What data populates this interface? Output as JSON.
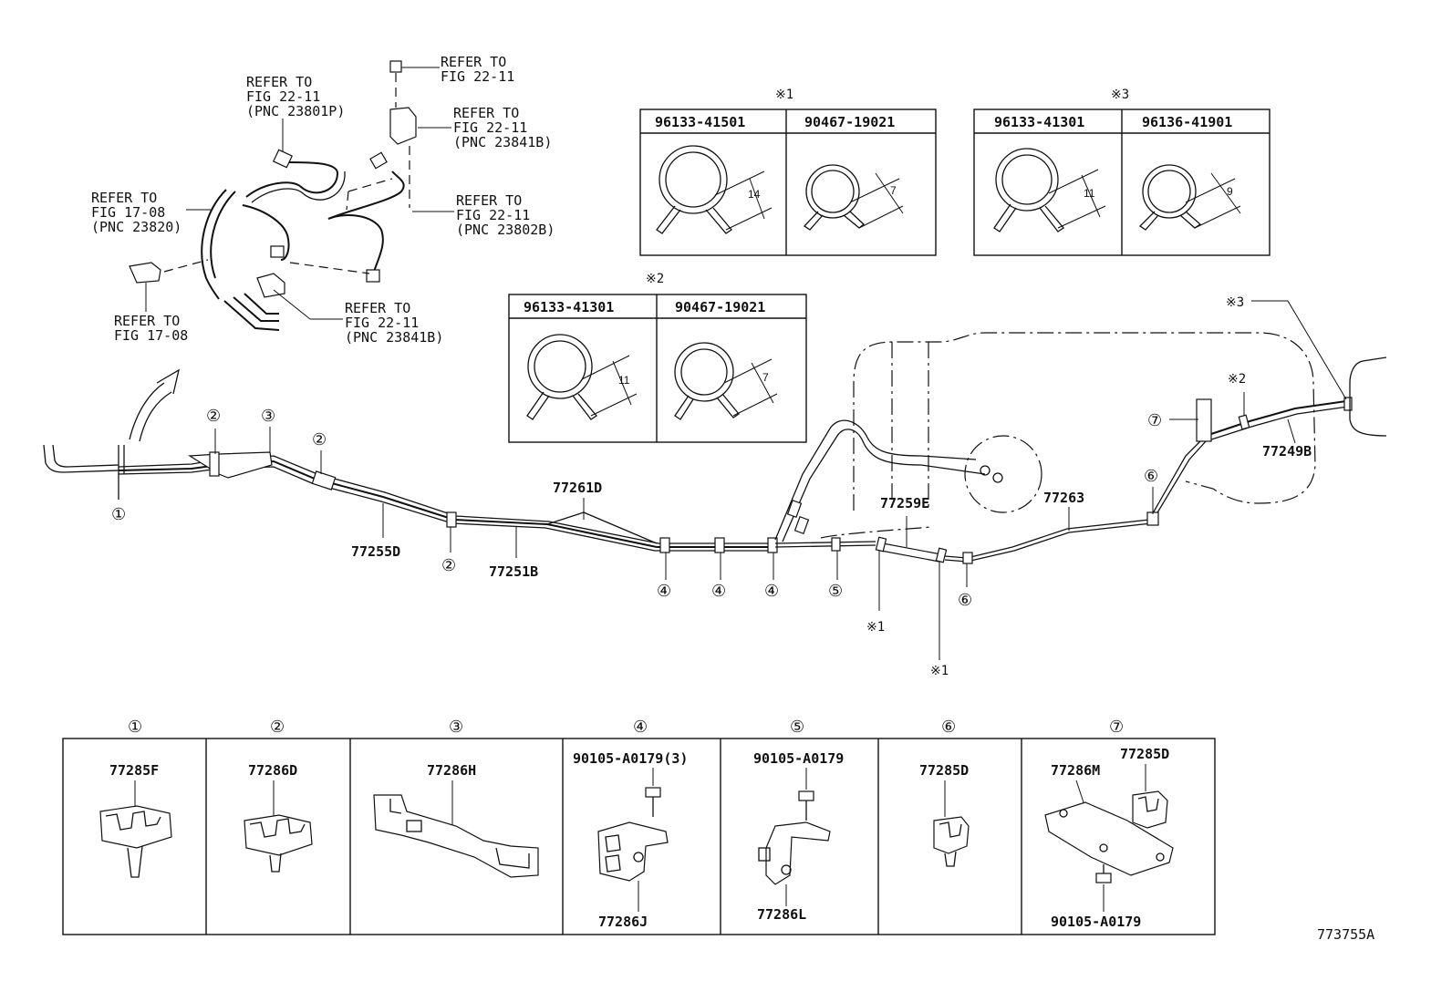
{
  "refs": {
    "r1": [
      "REFER TO",
      "FIG 22-11",
      "(PNC 23801P)"
    ],
    "r2": [
      "REFER TO",
      "FIG 22-11"
    ],
    "r3": [
      "REFER TO",
      "FIG 22-11",
      "(PNC 23841B)"
    ],
    "r4": [
      "REFER TO",
      "FIG 17-08",
      "(PNC 23820)"
    ],
    "r5": [
      "REFER TO",
      "FIG 22-11",
      "(PNC 23802B)"
    ],
    "r6": [
      "REFER TO",
      "FIG 22-11",
      "(PNC 23841B)"
    ],
    "r7": [
      "REFER TO",
      "FIG 17-08"
    ]
  },
  "clamp_tables": {
    "t1": {
      "mark": "※1",
      "cells": [
        {
          "part": "96133-41501",
          "dim": "14"
        },
        {
          "part": "90467-19021",
          "dim": "7"
        }
      ]
    },
    "t2": {
      "mark": "※2",
      "cells": [
        {
          "part": "96133-41301",
          "dim": "11"
        },
        {
          "part": "90467-19021",
          "dim": "7"
        }
      ]
    },
    "t3": {
      "mark": "※3",
      "cells": [
        {
          "part": "96133-41301",
          "dim": "11"
        },
        {
          "part": "96136-41901",
          "dim": "9"
        }
      ]
    }
  },
  "pipe_labels": {
    "p77261D": "77261D",
    "p77255D": "77255D",
    "p77251B": "77251B",
    "p77259E": "77259E",
    "p77263": "77263",
    "p77249B": "77249B"
  },
  "marks": {
    "m1": "※1",
    "m2": "※2",
    "m3": "※3"
  },
  "callouts": {
    "c1": "①",
    "c2": "②",
    "c3": "③",
    "c4": "④",
    "c5": "⑤",
    "c6": "⑥",
    "c7": "⑦"
  },
  "legend": {
    "headers": [
      "①",
      "②",
      "③",
      "④",
      "⑤",
      "⑥",
      "⑦"
    ],
    "cells": [
      {
        "parts": [
          "77285F"
        ]
      },
      {
        "parts": [
          "77286D"
        ]
      },
      {
        "parts": [
          "77286H"
        ]
      },
      {
        "parts": [
          "90105-A0179(3)",
          "77286J"
        ]
      },
      {
        "parts": [
          "90105-A0179",
          "77286L"
        ]
      },
      {
        "parts": [
          "77285D"
        ]
      },
      {
        "parts": [
          "77286M",
          "77285D",
          "90105-A0179"
        ]
      }
    ]
  },
  "figure_id": "773755A"
}
